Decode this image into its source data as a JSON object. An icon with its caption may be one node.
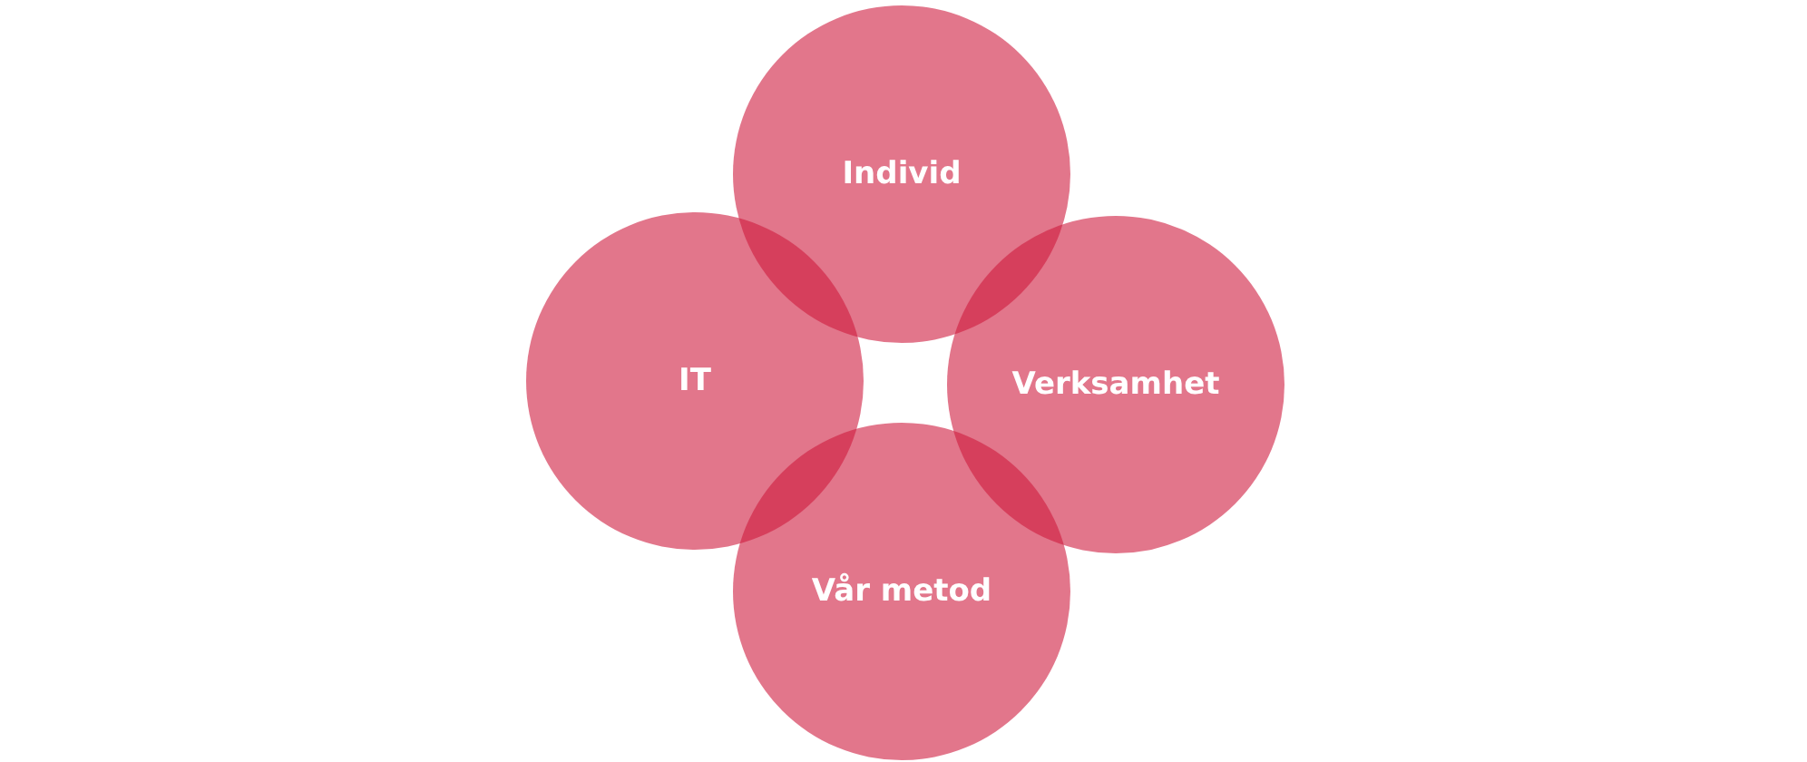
{
  "diagram": {
    "nodes": [
      {
        "text": [
          "Individ"
        ]
      },
      {
        "text": [
          "IT"
        ]
      },
      {
        "text": [
          "Verksamhet"
        ]
      },
      {
        "text": [
          "Vår metod"
        ]
      }
    ]
  }
}
